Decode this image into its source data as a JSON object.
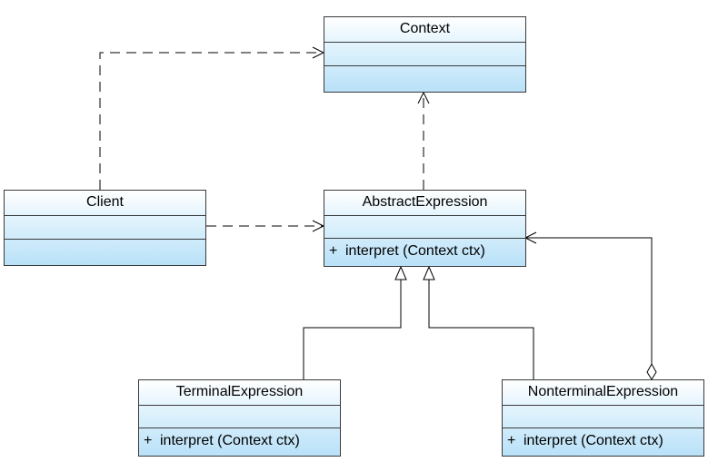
{
  "classes": {
    "context": {
      "name": "Context",
      "operations": []
    },
    "client": {
      "name": "Client",
      "operations": []
    },
    "abstract_expression": {
      "name": "AbstractExpression",
      "operations": [
        {
          "visibility": "+",
          "signature": "interpret (Context ctx)"
        }
      ]
    },
    "terminal_expression": {
      "name": "TerminalExpression",
      "operations": [
        {
          "visibility": "+",
          "signature": "interpret (Context ctx)"
        }
      ]
    },
    "nonterminal_expression": {
      "name": "NonterminalExpression",
      "operations": [
        {
          "visibility": "+",
          "signature": "interpret (Context ctx)"
        }
      ]
    }
  },
  "relationships": [
    {
      "type": "dependency",
      "from": "Client",
      "to": "Context"
    },
    {
      "type": "dependency",
      "from": "Client",
      "to": "AbstractExpression"
    },
    {
      "type": "dependency",
      "from": "AbstractExpression",
      "to": "Context"
    },
    {
      "type": "generalization",
      "from": "TerminalExpression",
      "to": "AbstractExpression"
    },
    {
      "type": "generalization",
      "from": "NonterminalExpression",
      "to": "AbstractExpression"
    },
    {
      "type": "aggregation",
      "from": "NonterminalExpression",
      "to": "AbstractExpression"
    }
  ],
  "colors": {
    "box_fill_top": "#ffffff",
    "box_fill_bottom": "#b9e1f8",
    "line": "#000000",
    "border": "#3a3a3a"
  }
}
